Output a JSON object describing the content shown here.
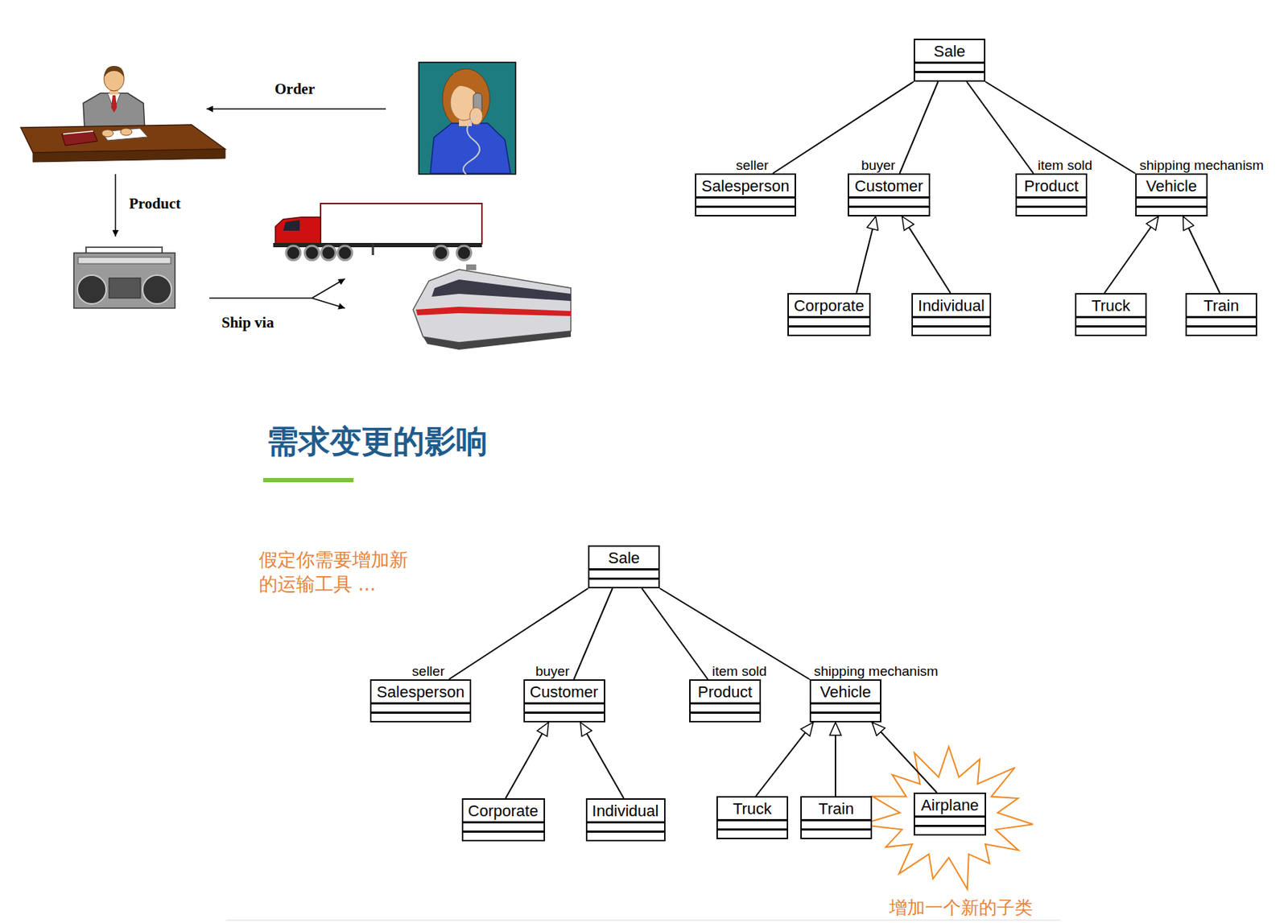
{
  "diagram": {
    "title": "需求变更的影响",
    "nodes": [
      {
        "text": [
          "Sale"
        ]
      },
      {
        "text": [
          "Salesperson"
        ]
      },
      {
        "text": [
          "Customer"
        ]
      },
      {
        "text": [
          "Product"
        ]
      },
      {
        "text": [
          "Vehicle"
        ]
      },
      {
        "text": [
          "Corporate"
        ]
      },
      {
        "text": [
          "Individual"
        ]
      },
      {
        "text": [
          "Truck"
        ]
      },
      {
        "text": [
          "Train"
        ]
      },
      {
        "text": [
          "Sale"
        ]
      },
      {
        "text": [
          "Salesperson"
        ]
      },
      {
        "text": [
          "Customer"
        ]
      },
      {
        "text": [
          "Product"
        ]
      },
      {
        "text": [
          "Vehicle"
        ]
      },
      {
        "text": [
          "Corporate"
        ]
      },
      {
        "text": [
          "Individual"
        ]
      },
      {
        "text": [
          "Truck"
        ]
      },
      {
        "text": [
          "Train"
        ]
      },
      {
        "text": [
          "Airplane"
        ]
      }
    ],
    "edges": [
      {
        "from": 0,
        "to": 1,
        "arrow": "none",
        "label": "seller"
      },
      {
        "from": 0,
        "to": 2,
        "arrow": "none",
        "label": "buyer"
      },
      {
        "from": 0,
        "to": 3,
        "arrow": "none",
        "label": "item sold"
      },
      {
        "from": 0,
        "to": 4,
        "arrow": "none",
        "label": "shipping mechanism"
      },
      {
        "from": 5,
        "to": 2,
        "arrow": "to"
      },
      {
        "from": 6,
        "to": 2,
        "arrow": "to"
      },
      {
        "from": 7,
        "to": 4,
        "arrow": "to"
      },
      {
        "from": 8,
        "to": 4,
        "arrow": "to"
      },
      {
        "from": 9,
        "to": 10,
        "arrow": "none",
        "label": "seller"
      },
      {
        "from": 9,
        "to": 11,
        "arrow": "none",
        "label": "buyer"
      },
      {
        "from": 9,
        "to": 12,
        "arrow": "none",
        "label": "item sold"
      },
      {
        "from": 9,
        "to": 13,
        "arrow": "none",
        "label": "shipping mechanism"
      },
      {
        "from": 14,
        "to": 11,
        "arrow": "to"
      },
      {
        "from": 15,
        "to": 11,
        "arrow": "to"
      },
      {
        "from": 16,
        "to": 13,
        "arrow": "to"
      },
      {
        "from": 17,
        "to": 13,
        "arrow": "to"
      },
      {
        "from": 18,
        "to": 13,
        "arrow": "to"
      }
    ],
    "labels": [
      "Order",
      "Product",
      "Ship via",
      "假定你需要增加新 的运输工具 ...",
      "增加一个新的子类"
    ]
  }
}
